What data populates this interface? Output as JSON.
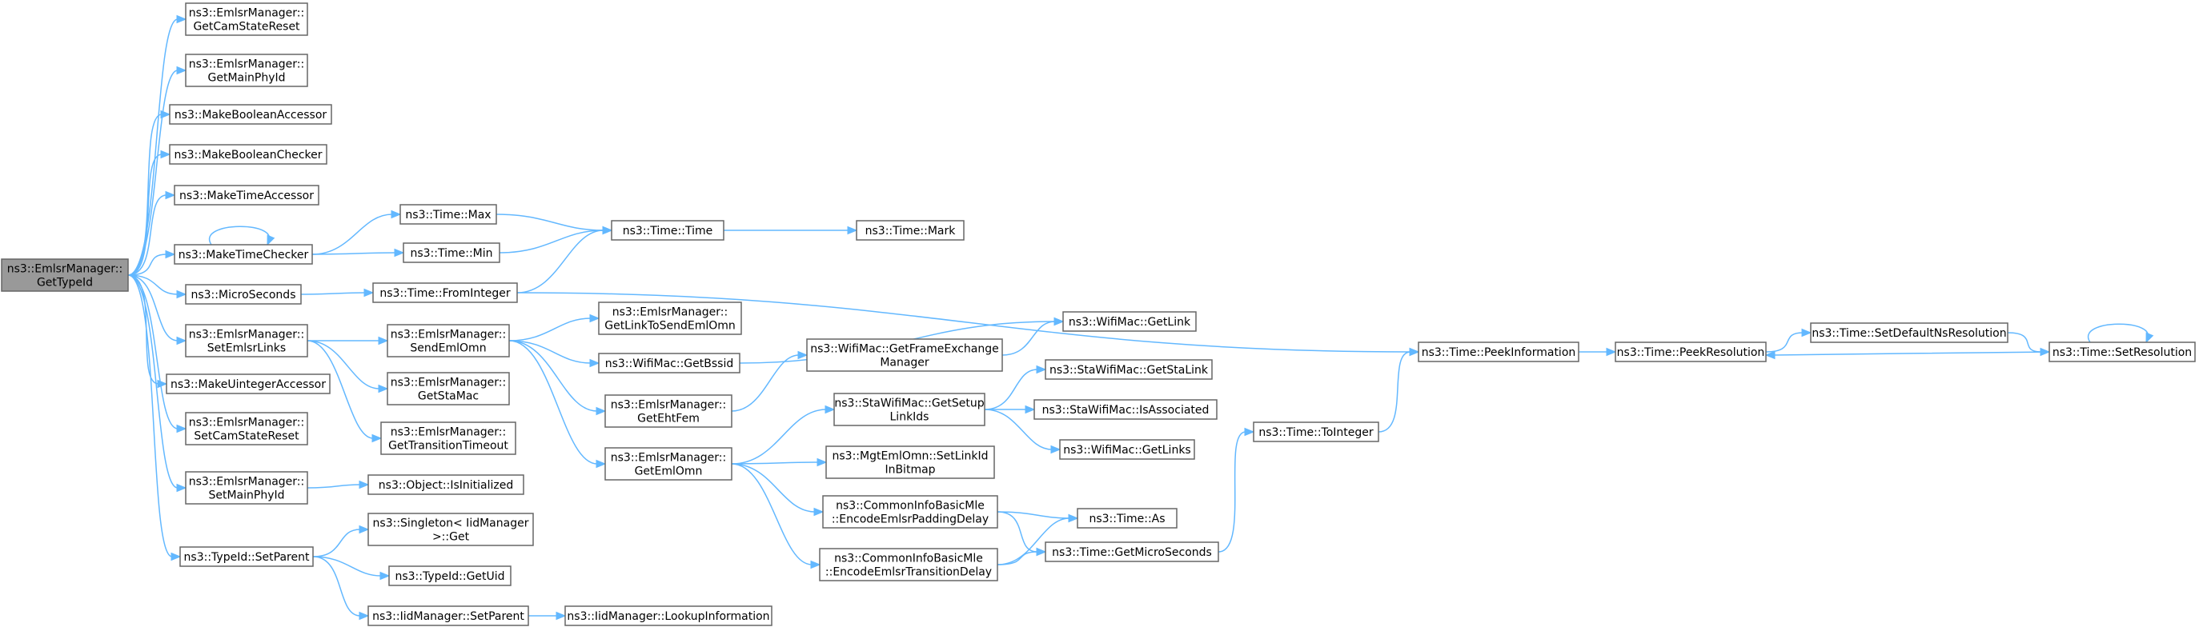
{
  "graph": {
    "colors": {
      "edge": "#63b8ff",
      "node_border": "#666666",
      "node_fill": "#ffffff",
      "root_fill": "#999999"
    },
    "nodes": [
      {
        "id": "root",
        "lines": [
          "ns3::EmlsrManager::",
          "GetTypeId"
        ],
        "root": true
      },
      {
        "id": "getCamReset",
        "lines": [
          "ns3::EmlsrManager::",
          "GetCamStateReset"
        ]
      },
      {
        "id": "getMainPhy",
        "lines": [
          "ns3::EmlsrManager::",
          "GetMainPhyId"
        ]
      },
      {
        "id": "mkBoolAcc",
        "lines": [
          "ns3::MakeBooleanAccessor"
        ]
      },
      {
        "id": "mkBoolChk",
        "lines": [
          "ns3::MakeBooleanChecker"
        ]
      },
      {
        "id": "mkTimeAcc",
        "lines": [
          "ns3::MakeTimeAccessor"
        ]
      },
      {
        "id": "mkTimeChk",
        "lines": [
          "ns3::MakeTimeChecker"
        ]
      },
      {
        "id": "micro",
        "lines": [
          "ns3::MicroSeconds"
        ]
      },
      {
        "id": "setLinks",
        "lines": [
          "ns3::EmlsrManager::",
          "SetEmlsrLinks"
        ]
      },
      {
        "id": "mkUintAcc",
        "lines": [
          "ns3::MakeUintegerAccessor"
        ]
      },
      {
        "id": "setCamReset",
        "lines": [
          "ns3::EmlsrManager::",
          "SetCamStateReset"
        ]
      },
      {
        "id": "setMainPhy",
        "lines": [
          "ns3::EmlsrManager::",
          "SetMainPhyId"
        ]
      },
      {
        "id": "setParent",
        "lines": [
          "ns3::TypeId::SetParent"
        ]
      },
      {
        "id": "tMax",
        "lines": [
          "ns3::Time::Max"
        ]
      },
      {
        "id": "tMin",
        "lines": [
          "ns3::Time::Min"
        ]
      },
      {
        "id": "tFromInt",
        "lines": [
          "ns3::Time::FromInteger"
        ]
      },
      {
        "id": "tTime",
        "lines": [
          "ns3::Time::Time"
        ]
      },
      {
        "id": "tMark",
        "lines": [
          "ns3::Time::Mark"
        ]
      },
      {
        "id": "sendOmn",
        "lines": [
          "ns3::EmlsrManager::",
          "SendEmlOmn"
        ]
      },
      {
        "id": "getStaMac",
        "lines": [
          "ns3::EmlsrManager::",
          "GetStaMac"
        ]
      },
      {
        "id": "getTransTo",
        "lines": [
          "ns3::EmlsrManager::",
          "GetTransitionTimeout"
        ]
      },
      {
        "id": "isInit",
        "lines": [
          "ns3::Object::IsInitialized"
        ]
      },
      {
        "id": "singGet",
        "lines": [
          "ns3::Singleton< IidManager",
          ">::Get"
        ]
      },
      {
        "id": "getUid",
        "lines": [
          "ns3::TypeId::GetUid"
        ]
      },
      {
        "id": "iidSetParent",
        "lines": [
          "ns3::IidManager::SetParent"
        ]
      },
      {
        "id": "lookupInfo",
        "lines": [
          "ns3::IidManager::LookupInformation"
        ]
      },
      {
        "id": "getLinkToSend",
        "lines": [
          "ns3::EmlsrManager::",
          "GetLinkToSendEmlOmn"
        ]
      },
      {
        "id": "getBssid",
        "lines": [
          "ns3::WifiMac::GetBssid"
        ]
      },
      {
        "id": "getEhtFem",
        "lines": [
          "ns3::EmlsrManager::",
          "GetEhtFem"
        ]
      },
      {
        "id": "getEmlOmn",
        "lines": [
          "ns3::EmlsrManager::",
          "GetEmlOmn"
        ]
      },
      {
        "id": "getFem",
        "lines": [
          "ns3::WifiMac::GetFrameExchange",
          "Manager"
        ]
      },
      {
        "id": "getSetupLinks",
        "lines": [
          "ns3::StaWifiMac::GetSetup",
          "LinkIds"
        ]
      },
      {
        "id": "setLinkIdBitmap",
        "lines": [
          "ns3::MgtEmlOmn::SetLinkId",
          "InBitmap"
        ]
      },
      {
        "id": "encPadding",
        "lines": [
          "ns3::CommonInfoBasicMle",
          "::EncodeEmlsrPaddingDelay"
        ]
      },
      {
        "id": "encTrans",
        "lines": [
          "ns3::CommonInfoBasicMle",
          "::EncodeEmlsrTransitionDelay"
        ]
      },
      {
        "id": "wmGetLink",
        "lines": [
          "ns3::WifiMac::GetLink"
        ]
      },
      {
        "id": "staGetLink",
        "lines": [
          "ns3::StaWifiMac::GetStaLink"
        ]
      },
      {
        "id": "isAssoc",
        "lines": [
          "ns3::StaWifiMac::IsAssociated"
        ]
      },
      {
        "id": "wmGetLinks",
        "lines": [
          "ns3::WifiMac::GetLinks"
        ]
      },
      {
        "id": "tAs",
        "lines": [
          "ns3::Time::As"
        ]
      },
      {
        "id": "tGetMicro",
        "lines": [
          "ns3::Time::GetMicroSeconds"
        ]
      },
      {
        "id": "tToInt",
        "lines": [
          "ns3::Time::ToInteger"
        ]
      },
      {
        "id": "tPeekInfo",
        "lines": [
          "ns3::Time::PeekInformation"
        ]
      },
      {
        "id": "tPeekRes",
        "lines": [
          "ns3::Time::PeekResolution"
        ]
      },
      {
        "id": "tSetDefRes",
        "lines": [
          "ns3::Time::SetDefaultNsResolution"
        ]
      },
      {
        "id": "tSetRes",
        "lines": [
          "ns3::Time::SetResolution"
        ]
      }
    ],
    "edges": [
      [
        "root",
        "getCamReset"
      ],
      [
        "root",
        "getMainPhy"
      ],
      [
        "root",
        "mkBoolAcc"
      ],
      [
        "root",
        "mkBoolChk"
      ],
      [
        "root",
        "mkTimeAcc"
      ],
      [
        "root",
        "mkTimeChk"
      ],
      [
        "root",
        "micro"
      ],
      [
        "root",
        "setLinks"
      ],
      [
        "root",
        "mkUintAcc"
      ],
      [
        "root",
        "setCamReset"
      ],
      [
        "root",
        "setMainPhy"
      ],
      [
        "root",
        "setParent"
      ],
      [
        "mkTimeChk",
        "mkTimeChk"
      ],
      [
        "mkTimeChk",
        "tMax"
      ],
      [
        "mkTimeChk",
        "tMin"
      ],
      [
        "micro",
        "tFromInt"
      ],
      [
        "tMax",
        "tTime"
      ],
      [
        "tMin",
        "tTime"
      ],
      [
        "tFromInt",
        "tTime"
      ],
      [
        "tTime",
        "tMark"
      ],
      [
        "tFromInt",
        "tPeekInfo"
      ],
      [
        "setLinks",
        "sendOmn"
      ],
      [
        "setLinks",
        "getStaMac"
      ],
      [
        "setLinks",
        "getTransTo"
      ],
      [
        "setMainPhy",
        "isInit"
      ],
      [
        "setParent",
        "singGet"
      ],
      [
        "setParent",
        "getUid"
      ],
      [
        "setParent",
        "iidSetParent"
      ],
      [
        "iidSetParent",
        "lookupInfo"
      ],
      [
        "sendOmn",
        "getLinkToSend"
      ],
      [
        "sendOmn",
        "getBssid"
      ],
      [
        "sendOmn",
        "getEhtFem"
      ],
      [
        "sendOmn",
        "getEmlOmn"
      ],
      [
        "getBssid",
        "wmGetLink"
      ],
      [
        "getEhtFem",
        "getFem"
      ],
      [
        "getFem",
        "wmGetLink"
      ],
      [
        "getEmlOmn",
        "getSetupLinks"
      ],
      [
        "getEmlOmn",
        "setLinkIdBitmap"
      ],
      [
        "getEmlOmn",
        "encPadding"
      ],
      [
        "getEmlOmn",
        "encTrans"
      ],
      [
        "getSetupLinks",
        "staGetLink"
      ],
      [
        "getSetupLinks",
        "isAssoc"
      ],
      [
        "getSetupLinks",
        "wmGetLinks"
      ],
      [
        "encPadding",
        "tAs"
      ],
      [
        "encPadding",
        "tGetMicro"
      ],
      [
        "encTrans",
        "tAs"
      ],
      [
        "encTrans",
        "tGetMicro"
      ],
      [
        "tGetMicro",
        "tToInt"
      ],
      [
        "tToInt",
        "tPeekInfo"
      ],
      [
        "tPeekInfo",
        "tPeekRes"
      ],
      [
        "tPeekRes",
        "tSetDefRes"
      ],
      [
        "tSetDefRes",
        "tSetRes"
      ],
      [
        "tSetRes",
        "tPeekRes"
      ],
      [
        "tSetRes",
        "tSetRes"
      ]
    ]
  }
}
